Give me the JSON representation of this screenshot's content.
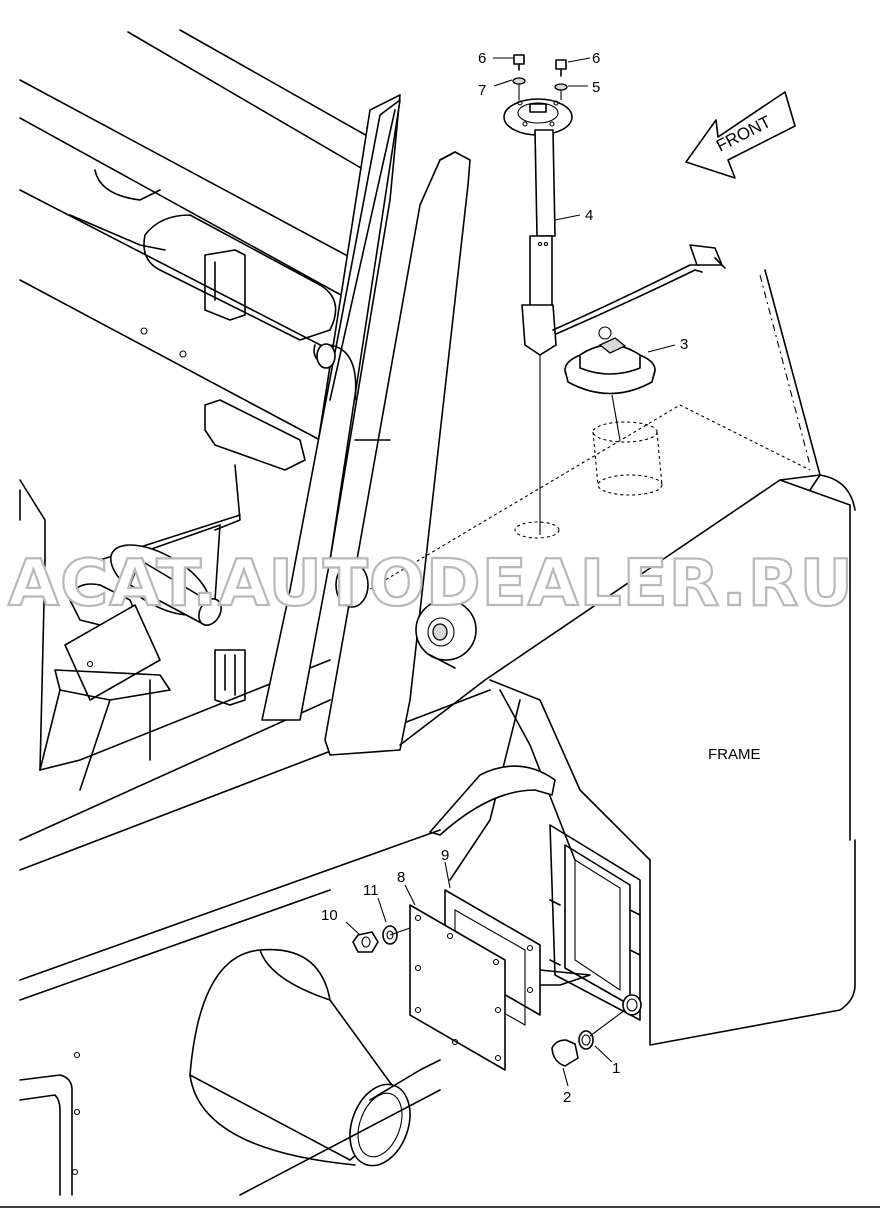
{
  "watermark": "ACAT.AUTODEALER.RU",
  "direction_arrow": {
    "label": "FRONT"
  },
  "frame_label": "FRAME",
  "callouts": [
    {
      "id": "c6a",
      "number": "6"
    },
    {
      "id": "c6b",
      "number": "6"
    },
    {
      "id": "c7",
      "number": "7"
    },
    {
      "id": "c5",
      "number": "5"
    },
    {
      "id": "c4",
      "number": "4"
    },
    {
      "id": "c3",
      "number": "3"
    },
    {
      "id": "c9",
      "number": "9"
    },
    {
      "id": "c8",
      "number": "8"
    },
    {
      "id": "c11",
      "number": "11"
    },
    {
      "id": "c10",
      "number": "10"
    },
    {
      "id": "c1",
      "number": "1"
    },
    {
      "id": "c2",
      "number": "2"
    }
  ]
}
